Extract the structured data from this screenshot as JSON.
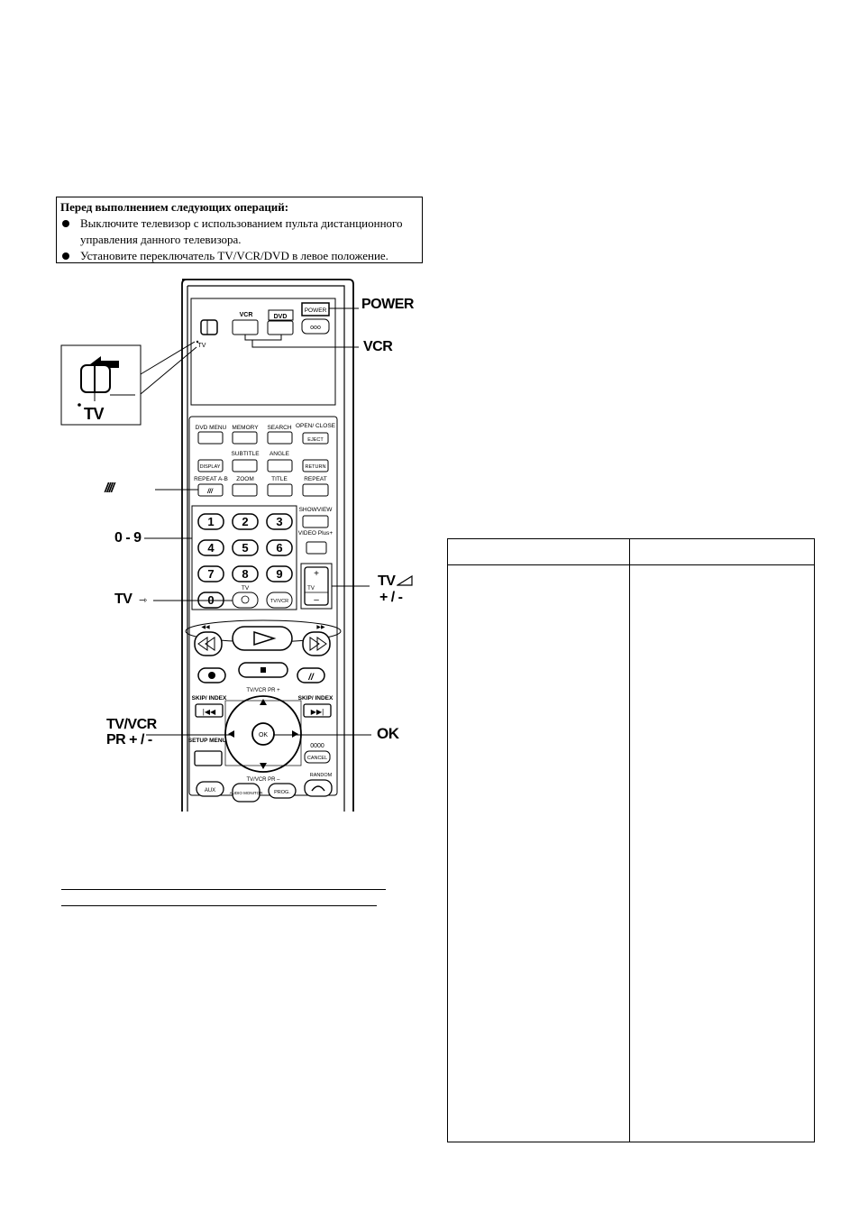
{
  "notice": {
    "heading": "Перед выполнением следующих операций:",
    "items": [
      "Выключите телевизор с использованием пульта дистанционного управления данного телевизора.",
      "Установите переключатель TV/VCR/DVD в левое положение."
    ]
  },
  "callouts": {
    "power": "POWER",
    "vcr": "VCR",
    "tv": "TV",
    "slash": "/ / / /",
    "digits": "0 - 9",
    "tv_input": "TV",
    "tv_vol_line1": "TV",
    "tv_vol_line2": "+ / -",
    "tvvcr_line1": "TV/VCR",
    "tvvcr_line2": "PR + / -",
    "ok": "OK"
  },
  "remote": {
    "switch_label": "TV",
    "top_buttons": {
      "vcr": "VCR",
      "dvd": "DVD",
      "power": "POWER",
      "ooo": "ooo"
    },
    "row1": [
      "DVD MENU",
      "MEMORY",
      "SEARCH",
      "OPEN/ CLOSE"
    ],
    "eject": "EJECT",
    "row2": [
      "SUBTITLE",
      "ANGLE"
    ],
    "display": "DISPLAY",
    "return": "RETURN",
    "row3": [
      "REPEAT A-B",
      "ZOOM",
      "TITLE",
      "REPEAT"
    ],
    "showview": "SHOWVIEW",
    "videoplus": "VIDEO Plus+",
    "digits": [
      "1",
      "2",
      "3",
      "4",
      "5",
      "6",
      "7",
      "8",
      "9",
      "0"
    ],
    "tv_small": "TV",
    "tvvcr_btn": "TV/VCR",
    "vol_plus": "+",
    "vol_minus": "–",
    "vol_label": "TV",
    "transport_ff": "◀◀",
    "transport_rw": "▶▶",
    "nav_up_label": "TV/VCR PR +",
    "nav_down_label": "TV/VCR PR –",
    "skip_index": "SKIP/ INDEX",
    "setup_menu": "SETUP MENU",
    "ok": "OK",
    "cancel_code": "0000",
    "cancel": "CANCEL",
    "random": "RANDOM",
    "bottom": [
      "AUX",
      "AUDIO MONITOR",
      "PROG."
    ]
  }
}
